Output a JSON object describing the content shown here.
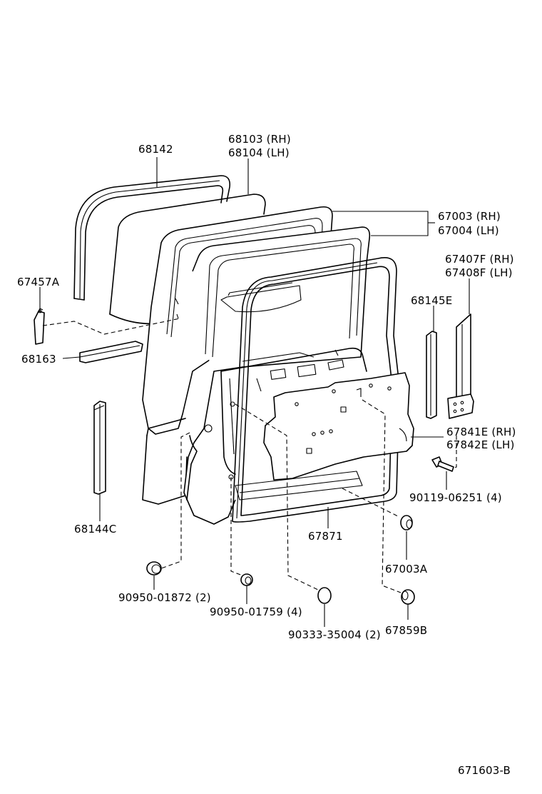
{
  "labels": {
    "p68142": "68142",
    "p68103": "68103 (RH)",
    "p68104": "68104 (LH)",
    "p67003": "67003 (RH)",
    "p67004": "67004 (LH)",
    "p67457A": "67457A",
    "p67407F": "67407F (RH)",
    "p67408F": "67408F (LH)",
    "p68145E": "68145E",
    "p68163": "68163",
    "p67841E": "67841E (RH)",
    "p67842E": "67842E (LH)",
    "p90119": "90119-06251 (4)",
    "p68144C": "68144C",
    "p67871": "67871",
    "p67003A": "67003A",
    "p90950a": "90950-01872 (2)",
    "p90950b": "90950-01759 (4)",
    "p90333": "90333-35004 (2)",
    "p67859B": "67859B",
    "diagram_id": "671603-B"
  }
}
